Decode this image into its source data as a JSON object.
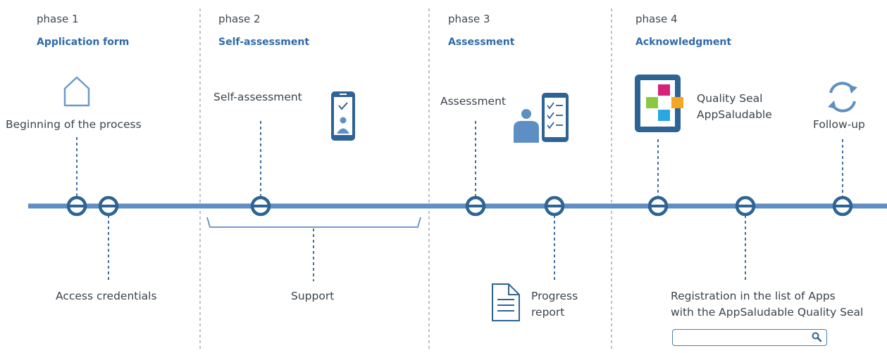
{
  "phases": [
    {
      "number": "phase 1",
      "title": "Application form"
    },
    {
      "number": "phase 2",
      "title": "Self-assessment"
    },
    {
      "number": "phase 3",
      "title": "Assessment"
    },
    {
      "number": "phase 4",
      "title": "Acknowledgment"
    }
  ],
  "steps": {
    "beginning": "Beginning of the process",
    "self_assessment": "Self-assessment",
    "assessment": "Assessment",
    "quality_seal_line1": "Quality Seal",
    "quality_seal_line2": "AppSaludable",
    "follow_up": "Follow-up",
    "access_credentials": "Access credentials",
    "support": "Support",
    "progress_report_line1": "Progress",
    "progress_report_line2": "report",
    "registration_line1": "Registration in the list of Apps",
    "registration_line2": "with the AppSaludable Quality Seal"
  },
  "search": {
    "placeholder": "",
    "value": ""
  },
  "colors": {
    "accent_blue": "#2f6aa8",
    "timeline": "#5e8fc4",
    "node_ring": "#2e6396",
    "seal_magenta": "#d4237a",
    "seal_green": "#8cc83f",
    "seal_orange": "#f5a623",
    "seal_cyan": "#2aa7e0"
  },
  "icons": [
    "house-icon",
    "phone-checklist-icon",
    "person-checklist-icon",
    "quality-seal-icon",
    "refresh-icon",
    "document-icon",
    "search-icon"
  ]
}
